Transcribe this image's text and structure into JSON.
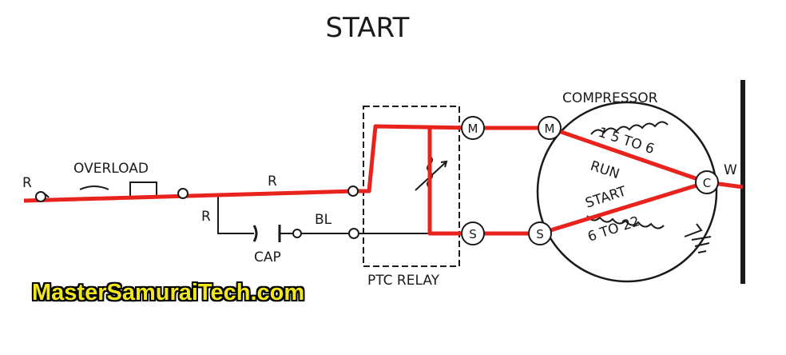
{
  "title": "START",
  "labels": {
    "overload": "OVERLOAD",
    "r_left": "R",
    "r_mid": "R",
    "r_branch": "R",
    "bl": "BL",
    "cap": "CAP",
    "ptc_relay": "PTC RELAY",
    "compressor": "COMPRESSOR",
    "run": "RUN",
    "start": "START",
    "run_range": "1 5 TO 6",
    "start_range": "6 TO 22",
    "w": "W"
  },
  "terminals": {
    "m_relay": "M",
    "m_comp": "M",
    "s_relay": "S",
    "s_comp": "S",
    "c_comp": "C"
  },
  "watermark": "MasterSamuraiTech.com",
  "colors": {
    "highlight": "#e8231d",
    "ink": "#1a1a1a",
    "watermark": "#f2e61c"
  }
}
